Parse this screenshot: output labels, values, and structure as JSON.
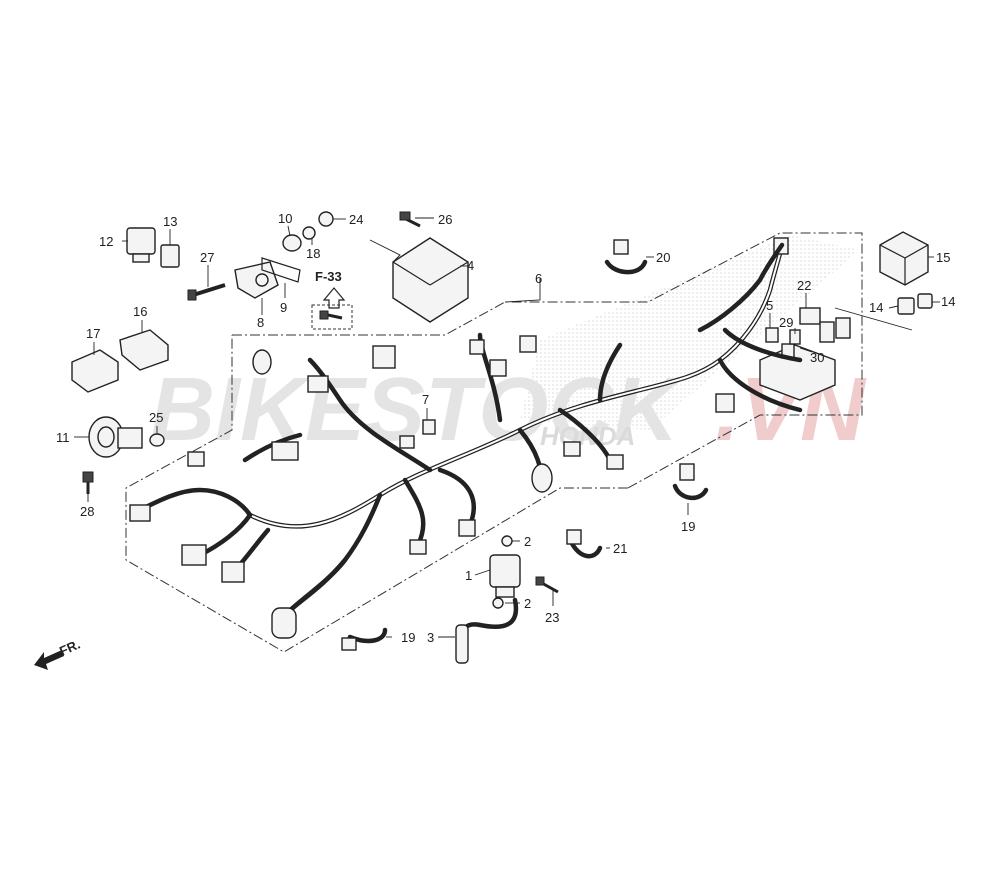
{
  "watermark": {
    "main": "BIKESTOCK",
    "sub": ".VN",
    "tag": "HONDA",
    "color_main": "#c8c8c8",
    "color_accent": "#e8a0a0"
  },
  "reference": {
    "code": "F-33"
  },
  "direction": {
    "label": "FR."
  },
  "callouts": {
    "p1": "1",
    "p2a": "2",
    "p2b": "2",
    "p3": "3",
    "p4": "4",
    "p5": "5",
    "p6": "6",
    "p7": "7",
    "p8": "8",
    "p9": "9",
    "p10": "10",
    "p11": "11",
    "p12": "12",
    "p13": "13",
    "p14a": "14",
    "p14b": "14",
    "p15": "15",
    "p16": "16",
    "p17": "17",
    "p18": "18",
    "p19a": "19",
    "p19b": "19",
    "p20": "20",
    "p21": "21",
    "p22": "22",
    "p23": "23",
    "p24": "24",
    "p25": "25",
    "p26": "26",
    "p27": "27",
    "p28": "28",
    "p29": "29",
    "p30": "30"
  }
}
